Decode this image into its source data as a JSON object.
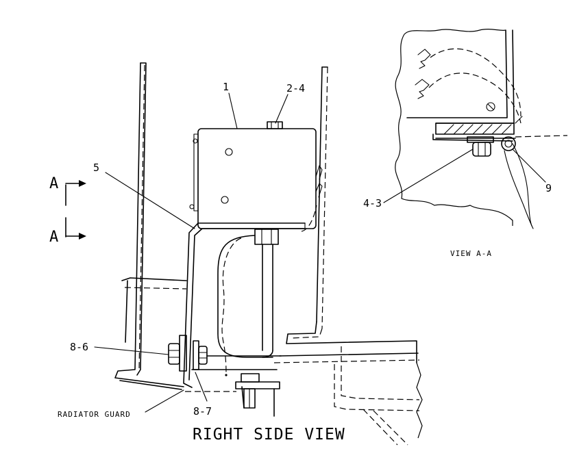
{
  "callouts": {
    "c1": "1",
    "c2_4": "2-4",
    "c5": "5",
    "c8_6": "8-6",
    "c8_7": "8-7",
    "c4_3": "4-3",
    "c9": "9"
  },
  "labels": {
    "radiator_guard": "RADIATOR GUARD",
    "view_aa": "VIEW A-A",
    "right_side_view": "RIGHT SIDE VIEW",
    "section_top": "A",
    "section_bottom": "A"
  }
}
